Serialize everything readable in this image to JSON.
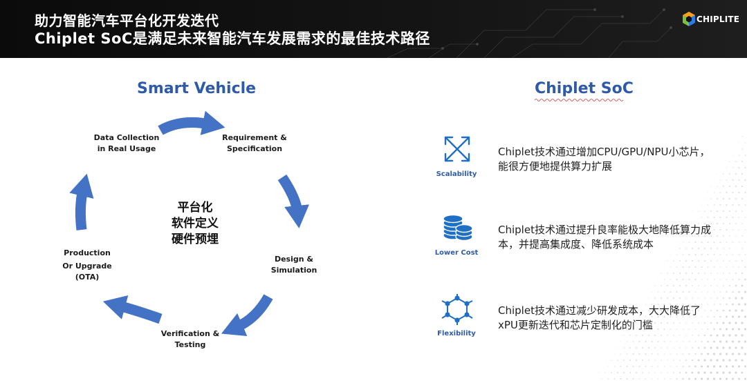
{
  "header": {
    "title_line1": "助力智能汽车平台化开发迭代",
    "title_line2": "Chiplet SoC是满足未来智能汽车发展需求的最佳技术路径",
    "logo_text": "CHIPLITE"
  },
  "left": {
    "title": "Smart Vehicle",
    "center": {
      "line1": "平台化",
      "line2": "软件定义",
      "line3": "硬件预埋"
    },
    "stages": [
      {
        "line1": "Requirement &",
        "line2": "Specification"
      },
      {
        "line1": "Design &",
        "line2": "Simulation"
      },
      {
        "line1": "Verification &",
        "line2": "Testing"
      },
      {
        "line1": "Production",
        "line2": "Or Upgrade",
        "line3": "(OTA)"
      },
      {
        "line1": "Data Collection",
        "line2": "in Real Usage"
      }
    ]
  },
  "right": {
    "title": "Chiplet SoC",
    "features": [
      {
        "label": "Scalability",
        "icon": "expand-arrows-icon",
        "text_line1": "Chiplet技术通过增加CPU/GPU/NPU小芯片，",
        "text_line2": "能很方便地提供算力扩展"
      },
      {
        "label": "Lower Cost",
        "icon": "coins-stack-icon",
        "text_line1": "Chiplet技术通过提升良率能极大地降低算力成",
        "text_line2": "本，并提高集成度、降低系统成本"
      },
      {
        "label": "Flexibility",
        "icon": "molecule-network-icon",
        "text_line1": "Chiplet技术通过减少研发成本，大大降低了",
        "text_line2": "xPU更新迭代和芯片定制化的门槛"
      }
    ]
  },
  "colors": {
    "arrow_blue": "#4472c4",
    "title_blue": "#2f5aa8",
    "icon_blue": "#1f6fc5"
  }
}
